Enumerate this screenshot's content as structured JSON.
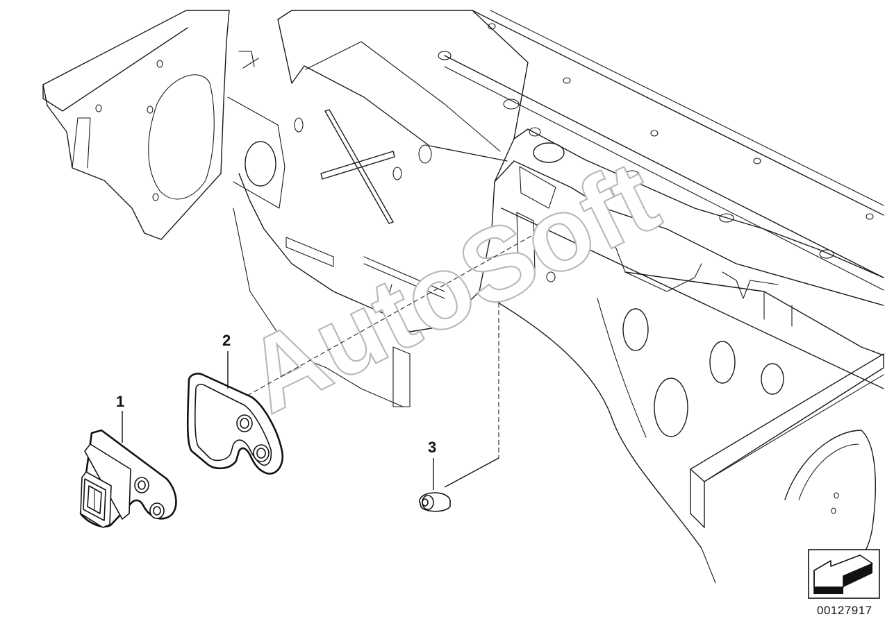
{
  "diagram": {
    "callouts": [
      {
        "id": "1",
        "label": "1"
      },
      {
        "id": "2",
        "label": "2"
      },
      {
        "id": "3",
        "label": "3"
      }
    ],
    "diagram_number": "00127917",
    "watermark_text": "AutoSoft",
    "direction_icon": "arrow-front-left-icon"
  }
}
